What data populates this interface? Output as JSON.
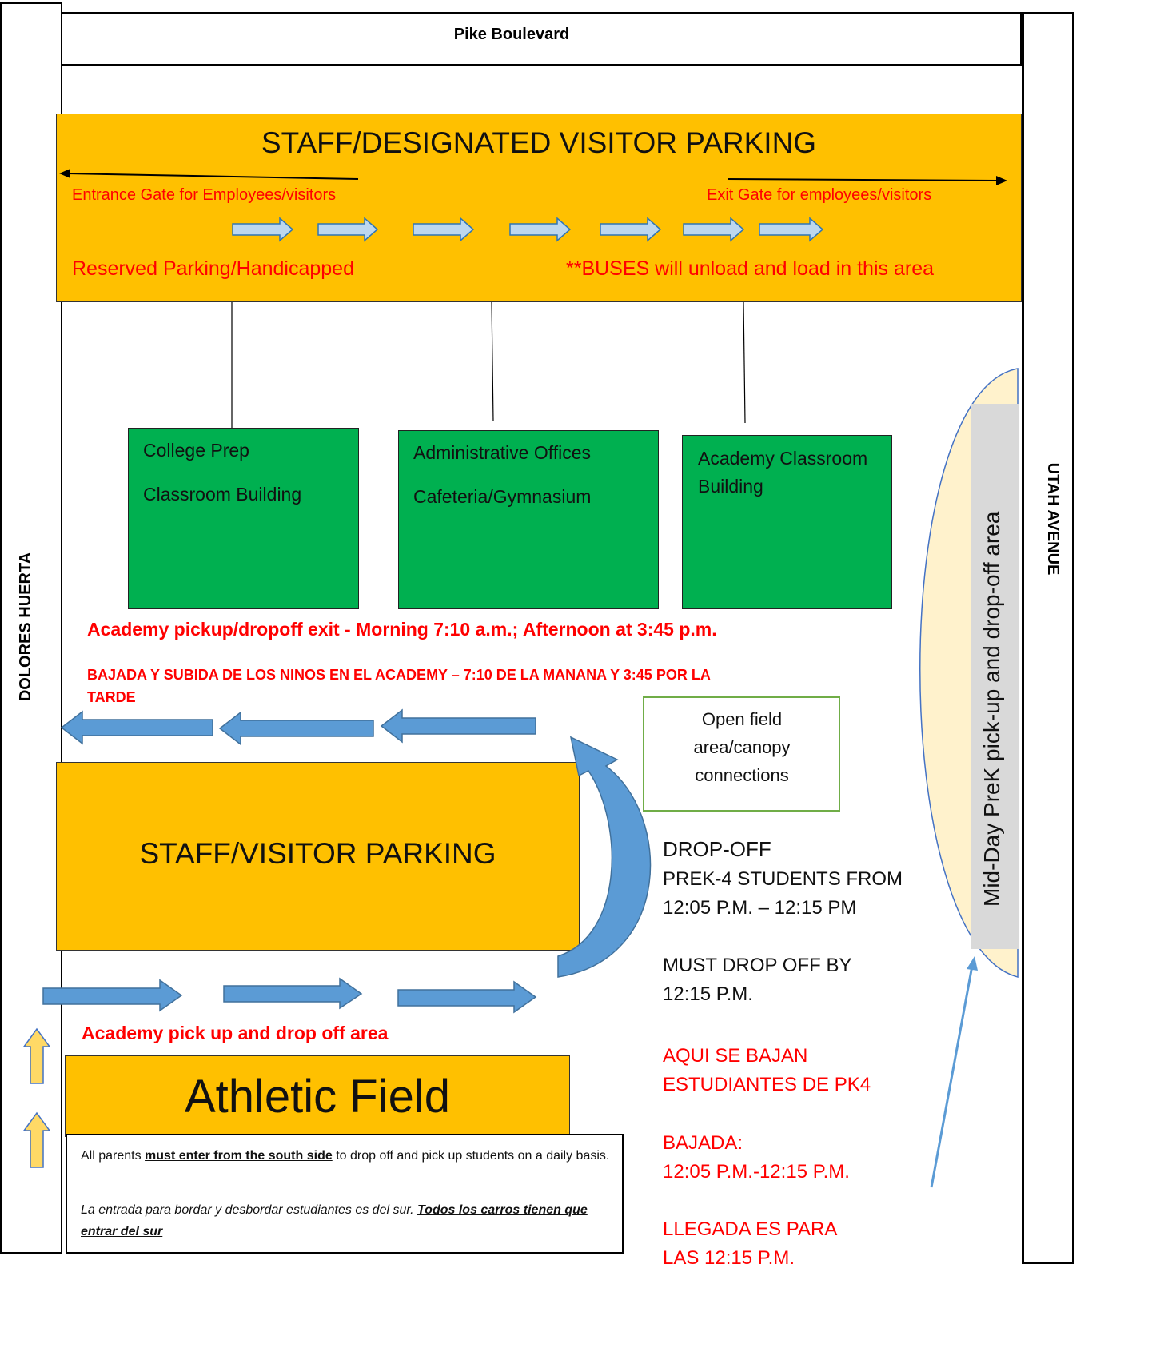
{
  "streets": {
    "north": "Pike Boulevard",
    "west": "DOLORES HUERTA",
    "east": "UTAH AVENUE"
  },
  "top_lot": {
    "title": "STAFF/DESIGNATED VISITOR PARKING",
    "entrance": "Entrance Gate for Employees/visitors",
    "exit": "Exit Gate for employees/visitors",
    "reserved": "Reserved Parking/Handicapped",
    "buses": "**BUSES will unload and load in this area"
  },
  "buildings": {
    "college_prep_line1": "College Prep",
    "college_prep_line2": "Classroom Building",
    "admin_line1": "Administrative Offices",
    "admin_line2": "Cafeteria/Gymnasium",
    "academy_line1": "Academy Classroom",
    "academy_line2": "Building"
  },
  "academy_exit": {
    "english": "Academy pickup/dropoff exit - Morning 7:10 a.m.; Afternoon at 3:45 p.m.",
    "spanish_line1": "BAJADA Y SUBIDA DE LOS NINOS EN EL ACADEMY – 7:10 DE LA MANANA Y 3:45 POR LA",
    "spanish_line2": "TARDE"
  },
  "open_field": "Open field area/canopy connections",
  "lower_lot": {
    "title": "STAFF/VISITOR PARKING"
  },
  "dropoff": {
    "heading": "DROP-OFF",
    "line1": "PREK-4 STUDENTS FROM",
    "line2": "12:05 P.M. – 12:15 PM",
    "line3": "MUST DROP OFF BY",
    "line4": "12:15 P.M.",
    "es1": "AQUI SE BAJAN",
    "es2": "ESTUDIANTES DE PK4",
    "es3": "BAJADA:",
    "es4": "12:05 P.M.-12:15 P.M.",
    "es5": "LLEGADA ES PARA",
    "es6": "LAS 12:15 P.M."
  },
  "prek_area": "Mid-Day PreK pick-up and drop-off area",
  "academy_area": "Academy pick up and drop off area",
  "athletic_field": "Athletic Field",
  "notice": {
    "p1_a": "All parents ",
    "p1_b": "must enter from the south side",
    "p1_c": " to drop off and pick up students on a daily basis.",
    "p2_a": "La entrada para bordar y desbordar estudiantes es del sur.  ",
    "p2_b": "Todos los carros tienen que entrar del sur"
  },
  "colors": {
    "parking": "#FFC000",
    "building": "#00B050",
    "arrow_blue": "#5B9BD5",
    "light_arrow": "#BDD7EE",
    "yellow_arrow": "#FFD966",
    "oval": "#FFF2CC",
    "red_text": "#FF0000"
  }
}
